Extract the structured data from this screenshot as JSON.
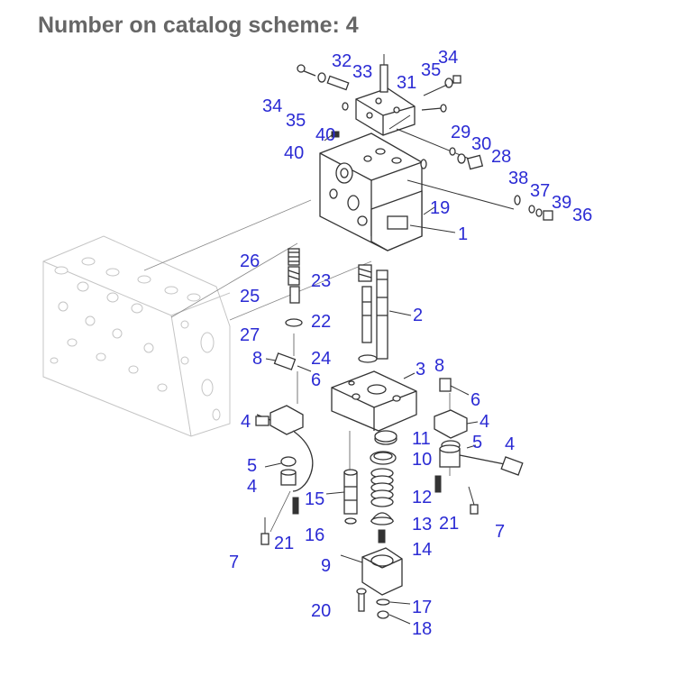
{
  "title": "Number on catalog scheme: 4",
  "callouts": [
    {
      "id": "c32a",
      "text": "32"
    },
    {
      "id": "c33",
      "text": "33"
    },
    {
      "id": "c31",
      "text": "31"
    },
    {
      "id": "c35a",
      "text": "35"
    },
    {
      "id": "c34a",
      "text": "34"
    },
    {
      "id": "c34b",
      "text": "34"
    },
    {
      "id": "c35b",
      "text": "35"
    },
    {
      "id": "c40a",
      "text": "40"
    },
    {
      "id": "c40b",
      "text": "40"
    },
    {
      "id": "c29",
      "text": "29"
    },
    {
      "id": "c30",
      "text": "30"
    },
    {
      "id": "c28",
      "text": "28"
    },
    {
      "id": "c38",
      "text": "38"
    },
    {
      "id": "c37",
      "text": "37"
    },
    {
      "id": "c39",
      "text": "39"
    },
    {
      "id": "c36",
      "text": "36"
    },
    {
      "id": "c19",
      "text": "19"
    },
    {
      "id": "c1",
      "text": "1"
    },
    {
      "id": "c26",
      "text": "26"
    },
    {
      "id": "c23",
      "text": "23"
    },
    {
      "id": "c25",
      "text": "25"
    },
    {
      "id": "c22",
      "text": "22"
    },
    {
      "id": "c2",
      "text": "2"
    },
    {
      "id": "c27",
      "text": "27"
    },
    {
      "id": "c8a",
      "text": "8"
    },
    {
      "id": "c24",
      "text": "24"
    },
    {
      "id": "c6a",
      "text": "6"
    },
    {
      "id": "c3",
      "text": "3"
    },
    {
      "id": "c8b",
      "text": "8"
    },
    {
      "id": "c6b",
      "text": "6"
    },
    {
      "id": "c4a",
      "text": "4"
    },
    {
      "id": "c4b",
      "text": "4"
    },
    {
      "id": "c11",
      "text": "11"
    },
    {
      "id": "c5a",
      "text": "5"
    },
    {
      "id": "c4c",
      "text": "4"
    },
    {
      "id": "c10",
      "text": "10"
    },
    {
      "id": "c5b",
      "text": "5"
    },
    {
      "id": "c4d",
      "text": "4"
    },
    {
      "id": "c15",
      "text": "15"
    },
    {
      "id": "c12",
      "text": "12"
    },
    {
      "id": "c21a",
      "text": "21"
    },
    {
      "id": "c7a",
      "text": "7"
    },
    {
      "id": "c16",
      "text": "16"
    },
    {
      "id": "c13",
      "text": "13"
    },
    {
      "id": "c21b",
      "text": "21"
    },
    {
      "id": "c7b",
      "text": "7"
    },
    {
      "id": "c14",
      "text": "14"
    },
    {
      "id": "c9",
      "text": "9"
    },
    {
      "id": "c20",
      "text": "20"
    },
    {
      "id": "c17",
      "text": "17"
    },
    {
      "id": "c18",
      "text": "18"
    }
  ]
}
